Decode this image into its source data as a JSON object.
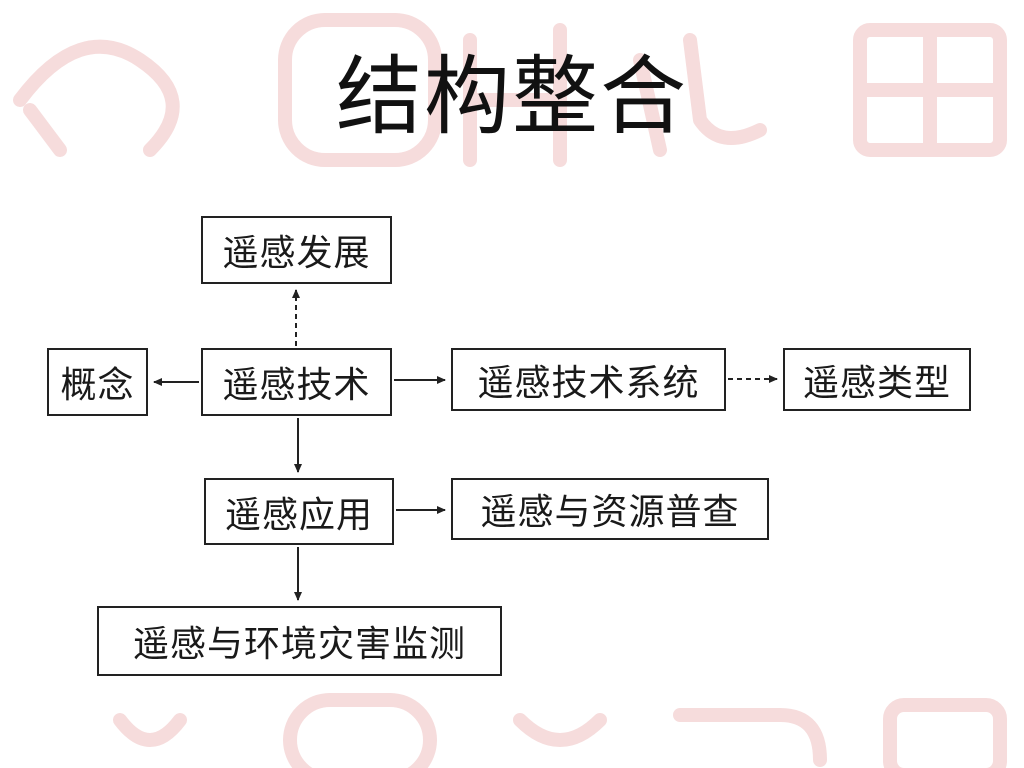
{
  "title": "结构整合",
  "nodes": {
    "development": "遥感发展",
    "concept": "概念",
    "technology": "遥感技术",
    "system": "遥感技术系统",
    "types": "遥感类型",
    "application": "遥感应用",
    "survey": "遥感与资源普查",
    "monitoring": "遥感与环境灾害监测"
  },
  "edges": [
    {
      "from": "遥感技术",
      "to": "遥感发展",
      "style": "dashed"
    },
    {
      "from": "遥感技术",
      "to": "概念",
      "style": "solid"
    },
    {
      "from": "遥感技术",
      "to": "遥感技术系统",
      "style": "solid"
    },
    {
      "from": "遥感技术系统",
      "to": "遥感类型",
      "style": "dashed"
    },
    {
      "from": "遥感技术",
      "to": "遥感应用",
      "style": "solid"
    },
    {
      "from": "遥感应用",
      "to": "遥感与资源普查",
      "style": "solid"
    },
    {
      "from": "遥感应用",
      "to": "遥感与环境灾害监测",
      "style": "solid"
    }
  ],
  "colors": {
    "text": "#1a1a1a",
    "border": "#222222",
    "watermark": "#f4d6d6"
  }
}
